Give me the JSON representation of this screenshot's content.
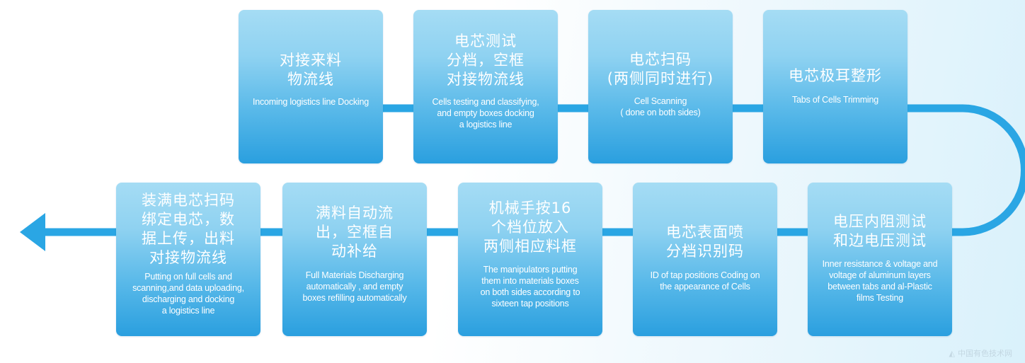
{
  "colors": {
    "connector": "#2aa6e4",
    "box_top": "#a5dcf4",
    "box_bottom": "#2a9fdf",
    "text": "#ffffff"
  },
  "steps": [
    {
      "zh": "对接来料\n物流线",
      "en": "Incoming logistics line Docking"
    },
    {
      "zh": "电芯测试\n分档，空框\n对接物流线",
      "en": "Cells testing and classifying,\nand empty boxes docking\na logistics line"
    },
    {
      "zh": "电芯扫码\n(两侧同时进行)",
      "en": "Cell Scanning\n( done on both sides)"
    },
    {
      "zh": "电芯极耳整形",
      "en": "Tabs of Cells Trimming"
    },
    {
      "zh": "电压内阻测试\n和边电压测试",
      "en": "Inner resistance & voltage and\nvoltage of aluminum layers\nbetween tabs and al-Plastic\nfilms Testing"
    },
    {
      "zh": "电芯表面喷\n分档识别码",
      "en": "ID of tap positions Coding on\nthe appearance of Cells"
    },
    {
      "zh": "机械手按16\n个档位放入\n两侧相应料框",
      "en": "The manipulators putting\nthem into materials boxes\non both sides according to\nsixteen tap positions"
    },
    {
      "zh": "满料自动流\n出，空框自\n动补给",
      "en": "Full Materials Discharging\nautomatically , and empty\nboxes refilling automatically"
    },
    {
      "zh": "装满电芯扫码\n绑定电芯，数\n据上传，出料\n对接物流线",
      "en": "Putting on full cells and\nscanning,and data uploading,\ndischarging and docking\na logistics line"
    }
  ],
  "watermark": {
    "icon": "logo-icon",
    "text": "中国有色技术网"
  }
}
